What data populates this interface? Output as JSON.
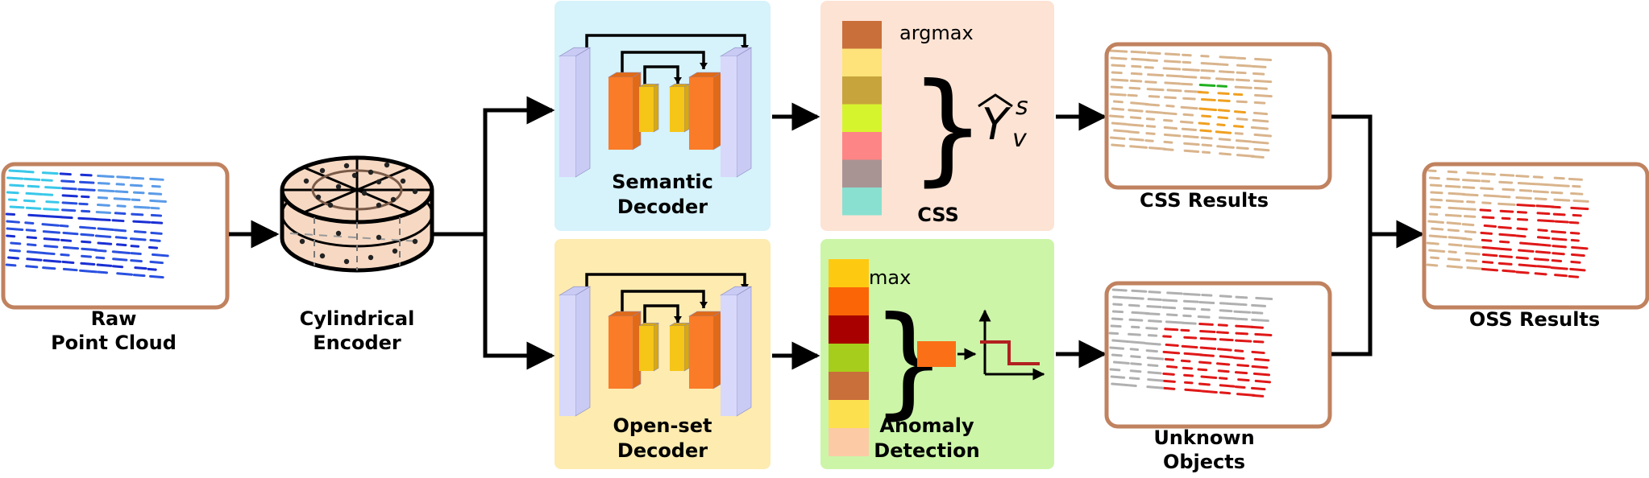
{
  "raw_label_1": "Raw",
  "raw_label_2": "Point Cloud",
  "encoder_label_1": "Cylindrical",
  "encoder_label_2": "Encoder",
  "semantic_decoder_1": "Semantic",
  "semantic_decoder_2": "Decoder",
  "openset_decoder_1": "Open-set",
  "openset_decoder_2": "Decoder",
  "argmax_label": "argmax",
  "max_label": "max",
  "css_label": "CSS",
  "anomaly_label_1": "Anomaly",
  "anomaly_label_2": "Detection",
  "yhat_symbol": "Y",
  "yhat_sup": "s",
  "yhat_sub": "v",
  "css_results_label": "CSS Results",
  "unknown_label_1": "Unknown",
  "unknown_label_2": "Objects",
  "oss_results_label": "OSS Results",
  "colors": {
    "semantic_bg": "#d6f2fb",
    "openset_bg": "#fdebb0",
    "css_bg": "#fde3d4",
    "anomaly_bg": "#ccf5a8",
    "frame": "#c0825f",
    "encoder_side": "#c9cbf5",
    "decoder_orange": "#fa7b28",
    "decoder_yellow": "#f5c518",
    "anomaly_score": "#fb6f16",
    "threshold": "#b22020"
  },
  "css_colors": [
    "#c96f3a",
    "#fde37a",
    "#c8a43c",
    "#d6f42e",
    "#fd8585",
    "#a99494",
    "#89e0d0"
  ],
  "anomaly_colors": [
    "#fdca11",
    "#fb6506",
    "#a80000",
    "#a6cd1b",
    "#c96f3a",
    "#fde04d",
    "#fdcaa6"
  ]
}
